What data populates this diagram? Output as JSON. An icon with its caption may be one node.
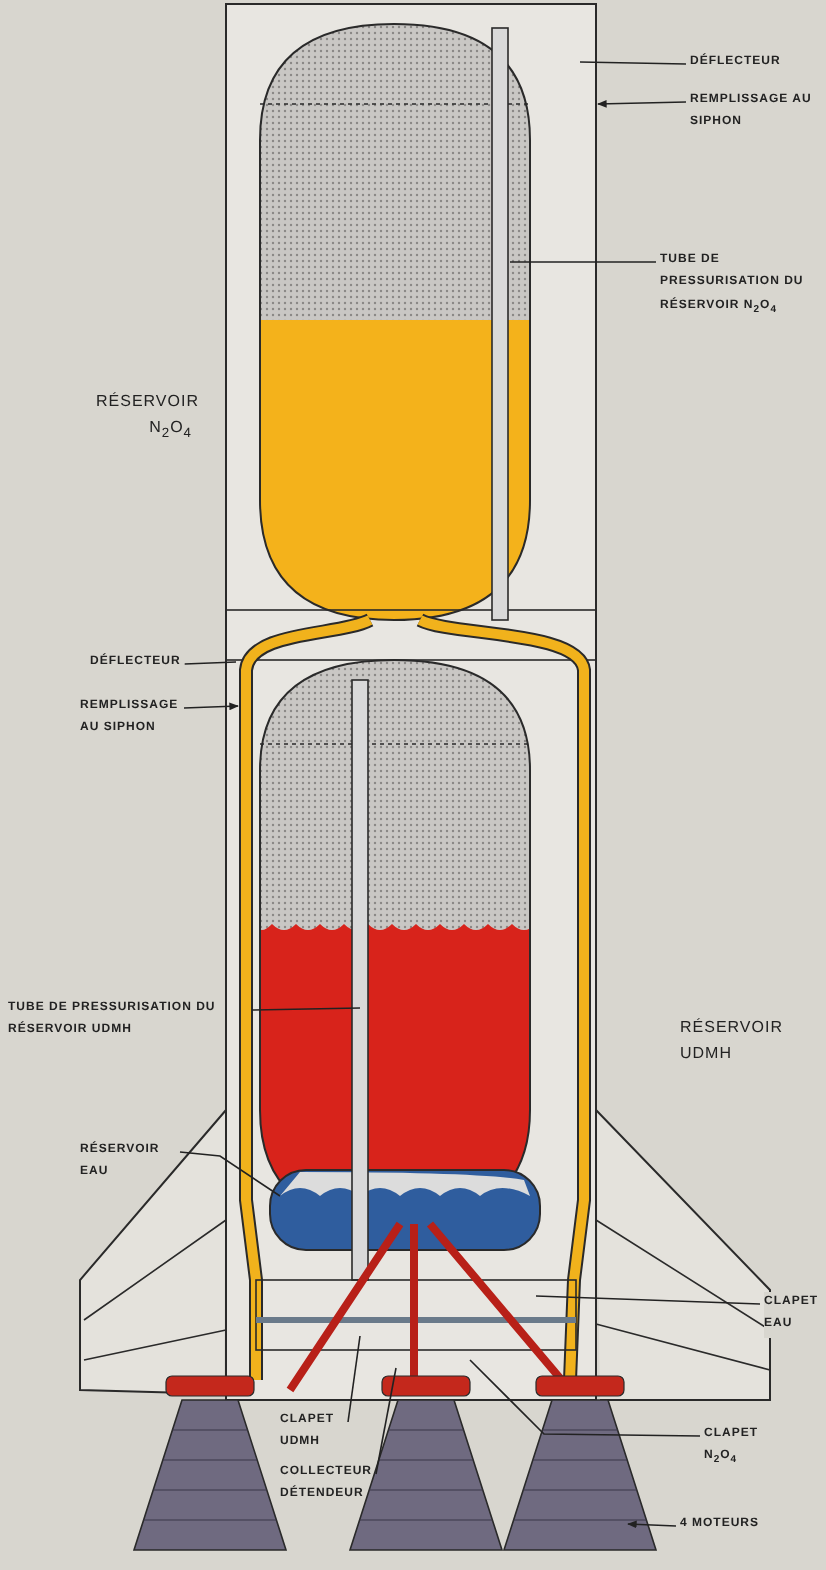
{
  "diagram": {
    "nodes": [
      {
        "text": [
          "DÉFLECTEUR"
        ]
      },
      {
        "text": [
          "REMPLISSAGE AU SIPHON"
        ]
      },
      {
        "text": [
          "TUBE DE PRESSURISATION DU RÉSERVOIR N$_{2}$O$_{4}$"
        ]
      },
      {
        "text": [
          "DÉFLECTEUR"
        ]
      },
      {
        "text": [
          "REMPLISSAGE AU SIPHON"
        ]
      },
      {
        "text": [
          "TUBE DE PRESSURISATION DU RÉSERVOIR UDMH"
        ]
      },
      {
        "text": [
          "RÉSERVOIR EAU"
        ]
      },
      {
        "text": [
          "CLAPET EAU"
        ]
      },
      {
        "text": [
          "CLAPET UDMH"
        ]
      },
      {
        "text": [
          "COLLECTEUR DÉTENDEUR"
        ]
      },
      {
        "text": [
          "CLAPET N$_{2}$O$_{4}$"
        ]
      },
      {
        "text": [
          "4 MOTEURS"
        ]
      }
    ],
    "edges": [
      {
        "from": 0,
        "to": null,
        "arrow": "none"
      },
      {
        "from": 1,
        "to": null,
        "arrow": "to"
      },
      {
        "from": 2,
        "to": null,
        "arrow": "none"
      },
      {
        "from": 3,
        "to": null,
        "arrow": "none"
      },
      {
        "from": 4,
        "to": null,
        "arrow": "to"
      },
      {
        "from": 5,
        "to": null,
        "arrow": "none"
      },
      {
        "from": 6,
        "to": null,
        "arrow": "none"
      },
      {
        "from": 7,
        "to": null,
        "arrow": "none"
      },
      {
        "from": 8,
        "to": null,
        "arrow": "none"
      },
      {
        "from": 9,
        "to": null,
        "arrow": "none"
      },
      {
        "from": 10,
        "to": null,
        "arrow": "none"
      },
      {
        "from": 11,
        "to": null,
        "arrow": "to"
      }
    ],
    "labels": [
      "RÉSERVOIR N$_{2}$O$_{4}$",
      "RÉSERVOIR UDMH"
    ]
  }
}
